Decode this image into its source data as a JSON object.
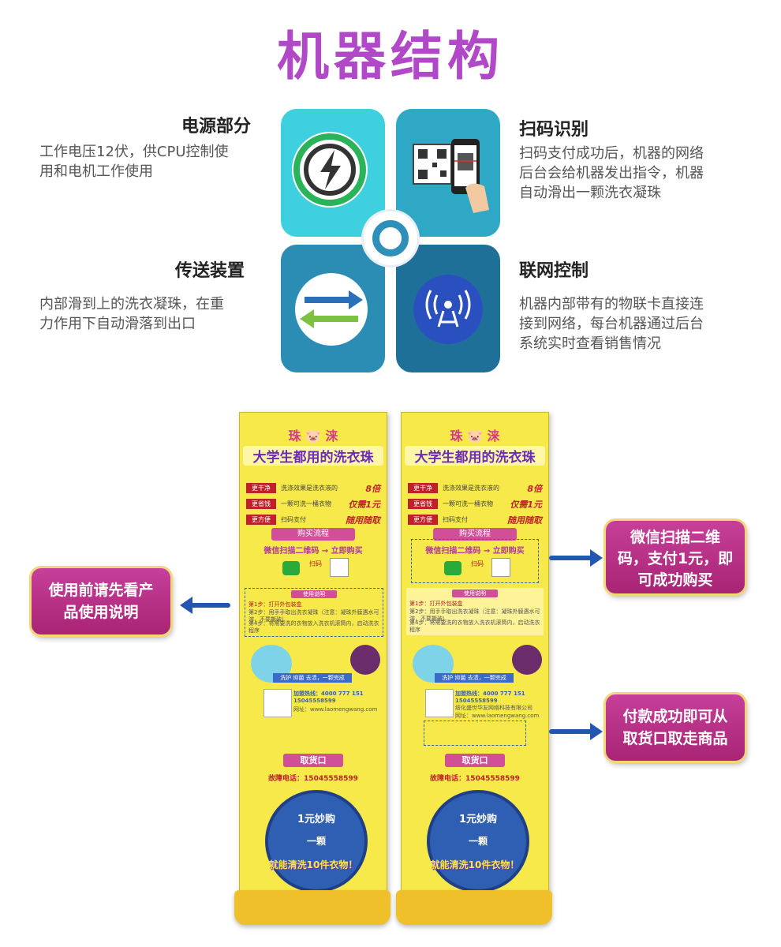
{
  "page_title": "机器结构",
  "features": [
    {
      "title": "电源部分",
      "desc_lines": [
        "工作电压12伏，供CPU控制使",
        "用和电机工作使用"
      ],
      "icon": "power-lightning-icon",
      "color": "#3cc6d8"
    },
    {
      "title": "扫码识别",
      "desc_lines": [
        "扫码支付成功后，机器的网络",
        "后台会给机器发出指令，机器",
        "自动滑出一颗洗衣凝珠"
      ],
      "icon": "qr-scan-phone-icon",
      "color": "#2aa7c8"
    },
    {
      "title": "传送装置",
      "desc_lines": [
        "内部滑到上的洗衣凝珠，在重",
        "力作用下自动滑落到出口"
      ],
      "icon": "transfer-arrows-icon",
      "color": "#2a8bb0"
    },
    {
      "title": "联网控制",
      "desc_lines": [
        "机器内部带有的物联卡直接连",
        "接到网络，每台机器通过后台",
        "系统实时查看销售情况"
      ],
      "icon": "signal-tower-icon",
      "color": "#1f6f98"
    }
  ],
  "standee": {
    "brand_left": "珠",
    "brand_right": "涞",
    "headline": "大学生都用的洗衣珠",
    "rows": [
      {
        "tag": "更干净",
        "text": "洗涤效果是洗衣液的",
        "value": "8倍"
      },
      {
        "tag": "更省钱",
        "text": "一颗可洗一桶衣物",
        "value": "仅需1元"
      },
      {
        "tag": "更方便",
        "text": "扫码支付",
        "value": "随用随取"
      }
    ],
    "purchase_flow": "购买流程",
    "scan_line": "微信扫描二维码 → 立即购买",
    "scan_label": "扫码",
    "instructions_title": "使用说明",
    "instruction_steps": [
      "第1步：打开外包装盒",
      "第2步：用手手取出洗衣凝珠（注意：凝珠外膜遇水可溶，不要撕破）",
      "第3步：将洗衣凝珠直接放进洗衣机滚筒内；也可手洗，凝珠速溶",
      "第4步：将需要洗的衣物放入洗衣机滚筒内，启动洗衣程序"
    ],
    "promo_line": "洗护 抑菌 去渍，一颗完成",
    "hotline": "加盟热线：4000 777 151  15045558599",
    "company": "绥化盛世华友网络科技有限公司",
    "website": "网址：www.laomengwang.com",
    "pickup": "取货口",
    "fault_phone": "故障电话：15045558599",
    "circle_line1": "1元妙购",
    "circle_line2": "一颗",
    "slogan": "就能清洗10件衣物！"
  },
  "callouts": {
    "left": "使用前请先看产品使用说明",
    "right_top": "微信扫描二维码，支付1元，即可成功购买",
    "right_bottom": "付款成功即可从取货口取走商品"
  }
}
